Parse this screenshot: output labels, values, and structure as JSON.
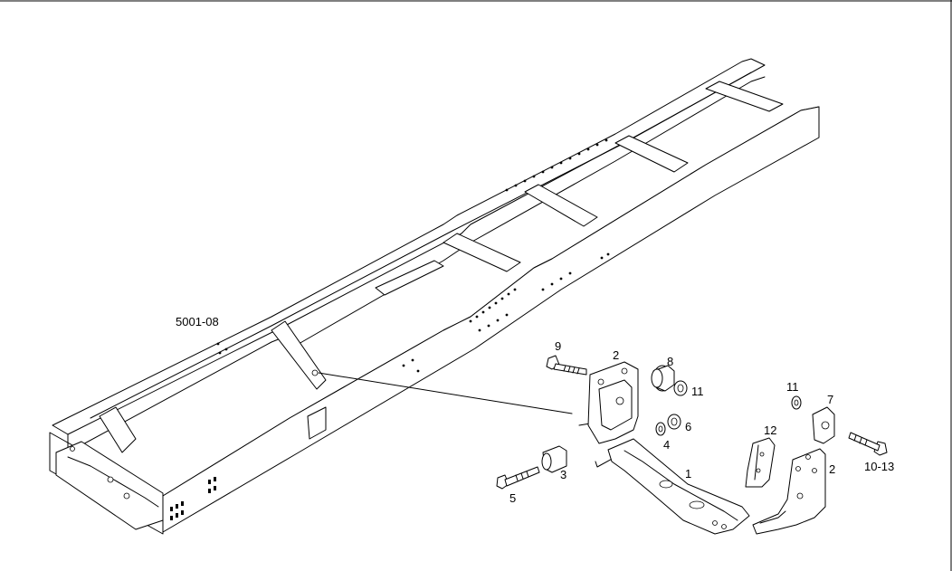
{
  "drawing": {
    "reference_code": "5001-08",
    "background": "#ffffff",
    "ink": "#000000"
  },
  "callouts": [
    {
      "id": "p1",
      "text": "1"
    },
    {
      "id": "p2a",
      "text": "2"
    },
    {
      "id": "p2b",
      "text": "2"
    },
    {
      "id": "p3",
      "text": "3"
    },
    {
      "id": "p4",
      "text": "4"
    },
    {
      "id": "p5",
      "text": "5"
    },
    {
      "id": "p6",
      "text": "6"
    },
    {
      "id": "p7",
      "text": "7"
    },
    {
      "id": "p8",
      "text": "8"
    },
    {
      "id": "p9",
      "text": "9"
    },
    {
      "id": "p11a",
      "text": "11"
    },
    {
      "id": "p11b",
      "text": "11"
    },
    {
      "id": "p12",
      "text": "12"
    },
    {
      "id": "p1013",
      "text": "10-13"
    }
  ]
}
